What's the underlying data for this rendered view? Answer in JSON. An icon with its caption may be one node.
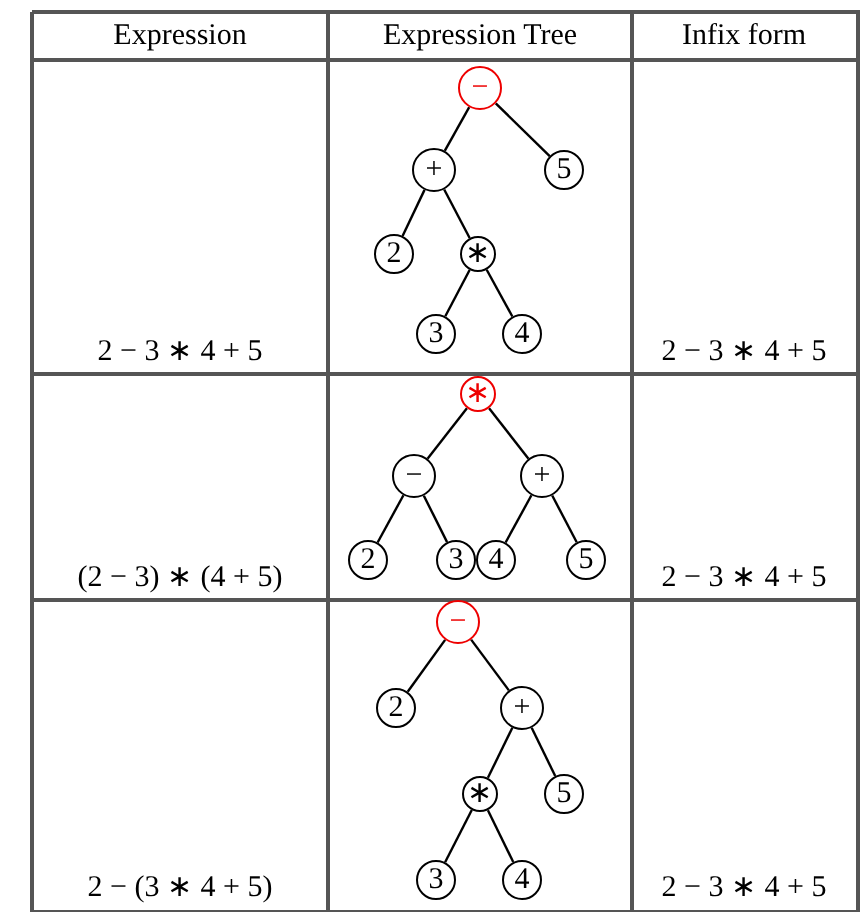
{
  "diagram": {
    "nodes": [
      {
        "text": [
          "−"
        ]
      },
      {
        "text": [
          "+"
        ]
      },
      {
        "text": [
          "5"
        ]
      },
      {
        "text": [
          "2"
        ]
      },
      {
        "text": [
          "∗"
        ]
      },
      {
        "text": [
          "3"
        ]
      },
      {
        "text": [
          "4"
        ]
      },
      {
        "text": [
          "∗"
        ]
      },
      {
        "text": [
          "−"
        ]
      },
      {
        "text": [
          "+"
        ]
      },
      {
        "text": [
          "2"
        ]
      },
      {
        "text": [
          "3"
        ]
      },
      {
        "text": [
          "4"
        ]
      },
      {
        "text": [
          "5"
        ]
      },
      {
        "text": [
          "−"
        ]
      },
      {
        "text": [
          "2"
        ]
      },
      {
        "text": [
          "+"
        ]
      },
      {
        "text": [
          "∗"
        ]
      },
      {
        "text": [
          "5"
        ]
      },
      {
        "text": [
          "3"
        ]
      },
      {
        "text": [
          "4"
        ]
      }
    ],
    "edges": [
      {
        "from": 0,
        "to": 1,
        "arrow": "none"
      },
      {
        "from": 0,
        "to": 2,
        "arrow": "none"
      },
      {
        "from": 1,
        "to": 3,
        "arrow": "none"
      },
      {
        "from": 1,
        "to": 4,
        "arrow": "none"
      },
      {
        "from": 4,
        "to": 5,
        "arrow": "none"
      },
      {
        "from": 4,
        "to": 6,
        "arrow": "none"
      },
      {
        "from": 7,
        "to": 8,
        "arrow": "none"
      },
      {
        "from": 7,
        "to": 9,
        "arrow": "none"
      },
      {
        "from": 8,
        "to": 10,
        "arrow": "none"
      },
      {
        "from": 8,
        "to": 11,
        "arrow": "none"
      },
      {
        "from": 9,
        "to": 12,
        "arrow": "none"
      },
      {
        "from": 9,
        "to": 13,
        "arrow": "none"
      },
      {
        "from": 14,
        "to": 15,
        "arrow": "none"
      },
      {
        "from": 14,
        "to": 16,
        "arrow": "none"
      },
      {
        "from": 16,
        "to": 17,
        "arrow": "none"
      },
      {
        "from": 16,
        "to": 18,
        "arrow": "none"
      },
      {
        "from": 17,
        "to": 19,
        "arrow": "none"
      },
      {
        "from": 17,
        "to": 20,
        "arrow": "none"
      }
    ],
    "labels": [
      "Expression",
      "Expression Tree",
      "Infix form",
      "2 − 3 ∗ 4 + 5",
      "2 − 3 ∗ 4 + 5",
      "(2 − 3) ∗ (4 + 5)",
      "2 − 3 ∗ 4 + 5",
      "2 − (3 ∗ 4 + 5)",
      "2 − 3 ∗ 4 + 5"
    ]
  }
}
